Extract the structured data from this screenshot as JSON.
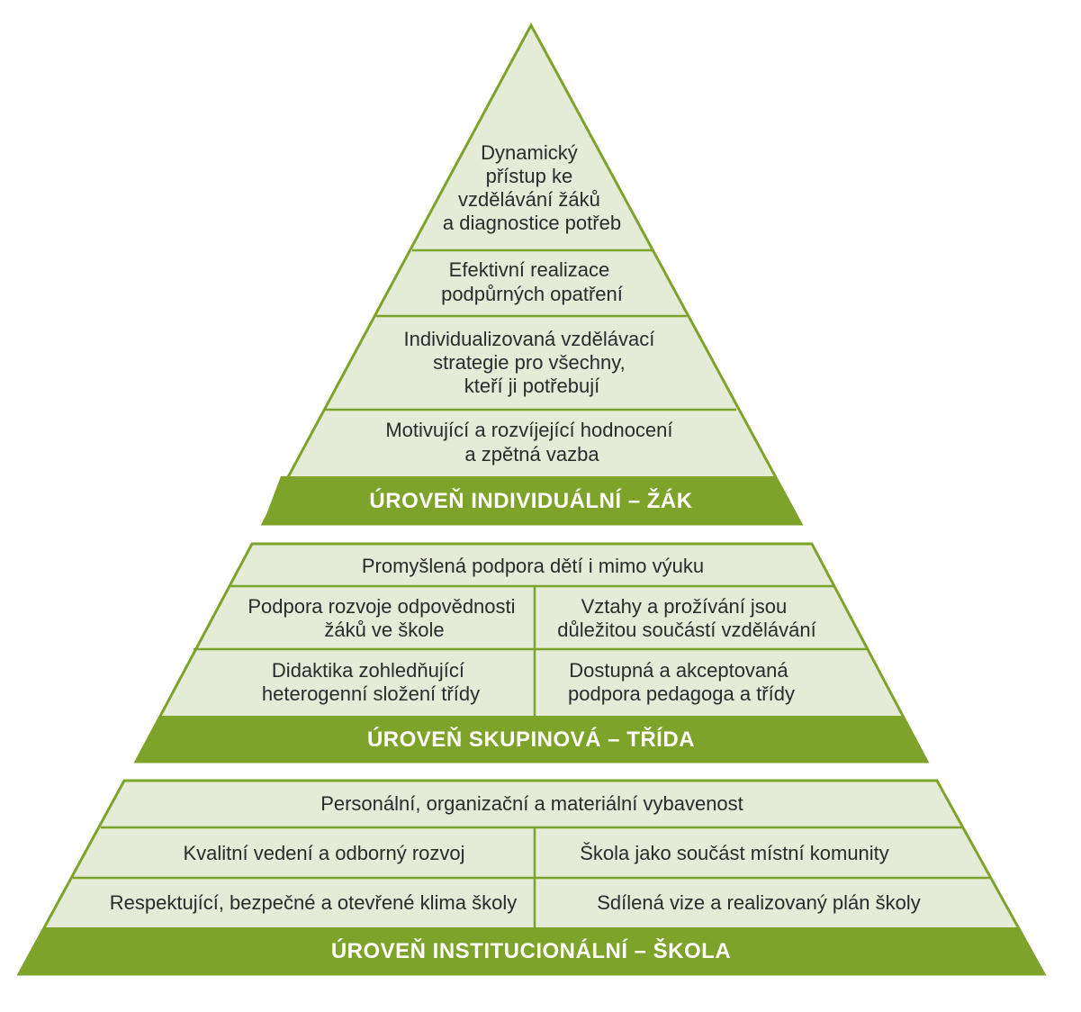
{
  "colors": {
    "fill": "#e4ebd6",
    "stroke": "#7ea32a",
    "band": "#7ea32a",
    "text": "#2b2b2b",
    "band_text": "#ffffff"
  },
  "top": {
    "cells": [
      [
        "Dynamický",
        "přístup ke",
        "vzdělávání žáků",
        "a diagnostice potřeb"
      ],
      [
        "Efektivní realizace",
        "podpůrných opatření"
      ],
      [
        "Individualizovaná vzdělávací",
        "strategie pro všechny,",
        "kteří ji potřebují"
      ],
      [
        "Motivující a rozvíjející hodnocení",
        "a zpětná vazba"
      ]
    ],
    "band": "ÚROVEŇ INDIVIDUÁLNÍ – ŽÁK"
  },
  "middle": {
    "row1": [
      "Promyšlená podpora dětí i mimo výuku"
    ],
    "row2_left": [
      "Podpora rozvoje odpovědnosti",
      "žáků ve škole"
    ],
    "row2_right": [
      "Vztahy a prožívání jsou",
      "důležitou součástí vzdělávání"
    ],
    "row3_left": [
      "Didaktika zohledňující",
      "heterogenní složení třídy"
    ],
    "row3_right": [
      "Dostupná a akceptovaná",
      "podpora pedagoga a třídy"
    ],
    "band": "ÚROVEŇ SKUPINOVÁ – TŘÍDA"
  },
  "bottom": {
    "row1": [
      "Personální, organizační a materiální vybavenost"
    ],
    "row2_left": [
      "Kvalitní vedení a odborný rozvoj"
    ],
    "row2_right": [
      "Škola jako součást místní komunity"
    ],
    "row3_left": [
      "Respektující, bezpečné a otevřené klima školy"
    ],
    "row3_right": [
      "Sdílená vize a realizovaný plán školy"
    ],
    "band": "ÚROVEŇ INSTITUCIONÁLNÍ – ŠKOLA"
  }
}
